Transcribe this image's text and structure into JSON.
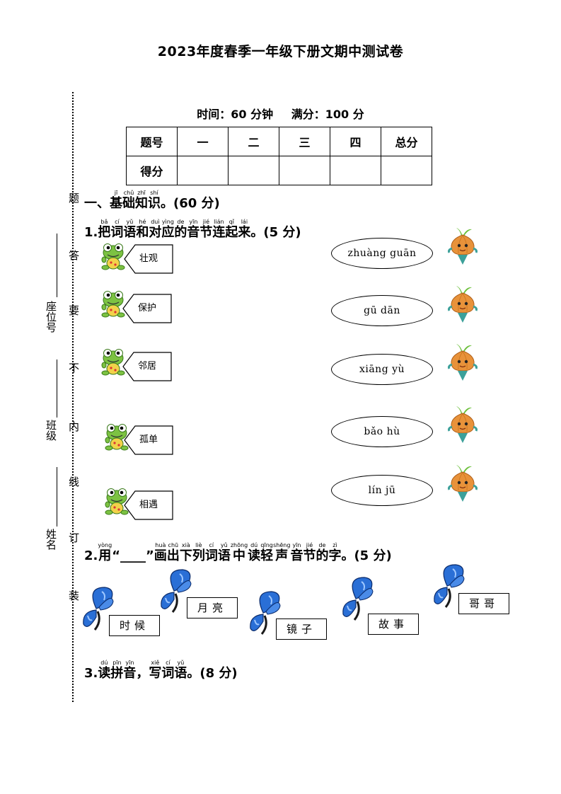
{
  "title": "2023年度春季一年级下册文期中测试卷",
  "time_label": "时间：60 分钟",
  "full_score_label": "满分：100 分",
  "score_table": {
    "header": [
      "题号",
      "一",
      "二",
      "三",
      "四",
      "总分"
    ],
    "row_label": "得分"
  },
  "binding_margin": {
    "seal_chars": [
      "题",
      "答",
      "要",
      "不",
      "内",
      "线",
      "订",
      "装"
    ],
    "fields": [
      "座位号",
      "班级",
      "姓名"
    ]
  },
  "section1": {
    "chars": [
      {
        "hz": "一、",
        "py": ""
      },
      {
        "hz": "基",
        "py": "jī"
      },
      {
        "hz": "础",
        "py": "chǔ"
      },
      {
        "hz": "知",
        "py": "zhī"
      },
      {
        "hz": "识",
        "py": "shí"
      }
    ],
    "suffix": "。(60 分)"
  },
  "q1": {
    "chars": [
      {
        "hz": "1.",
        "py": ""
      },
      {
        "hz": "把",
        "py": "bǎ"
      },
      {
        "hz": "词",
        "py": "cí"
      },
      {
        "hz": "语",
        "py": "yǔ"
      },
      {
        "hz": "和",
        "py": "hé"
      },
      {
        "hz": "对",
        "py": "duì"
      },
      {
        "hz": "应",
        "py": "yìng"
      },
      {
        "hz": "的",
        "py": "de"
      },
      {
        "hz": "音",
        "py": "yīn"
      },
      {
        "hz": "节",
        "py": "jié"
      },
      {
        "hz": "连",
        "py": "lián"
      },
      {
        "hz": "起",
        "py": "qǐ"
      },
      {
        "hz": "来",
        "py": "lái"
      }
    ],
    "suffix": "。(5 分)",
    "words": [
      "壮观",
      "保护",
      "邻居",
      "孤单",
      "相遇"
    ],
    "pinyin_options": [
      "zhuàng guān",
      "gū dān",
      "xiāng yù",
      "bǎo hù",
      "lín jū"
    ]
  },
  "q2": {
    "chars": [
      {
        "hz": "2.",
        "py": ""
      },
      {
        "hz": "用",
        "py": "yòng"
      },
      {
        "hz": "“____”",
        "py": ""
      },
      {
        "hz": "画",
        "py": "huà"
      },
      {
        "hz": "出",
        "py": "chū"
      },
      {
        "hz": "下",
        "py": "xià"
      },
      {
        "hz": "列",
        "py": "liè"
      },
      {
        "hz": "词",
        "py": "cí"
      },
      {
        "hz": "语",
        "py": "yǔ"
      },
      {
        "hz": "中",
        "py": "zhōng"
      },
      {
        "hz": "读",
        "py": "dú"
      },
      {
        "hz": "轻",
        "py": "qīng"
      },
      {
        "hz": "声",
        "py": "shēng"
      },
      {
        "hz": "音",
        "py": "yīn"
      },
      {
        "hz": "节",
        "py": "jié"
      },
      {
        "hz": "的",
        "py": "de"
      },
      {
        "hz": "字",
        "py": "zì"
      }
    ],
    "suffix": "。(5 分)",
    "words": [
      "时候",
      "月亮",
      "镜子",
      "故事",
      "哥哥"
    ]
  },
  "q3": {
    "chars": [
      {
        "hz": "3.",
        "py": ""
      },
      {
        "hz": "读",
        "py": "dú"
      },
      {
        "hz": "拼",
        "py": "pīn"
      },
      {
        "hz": "音",
        "py": "yīn"
      },
      {
        "hz": "，",
        "py": ""
      },
      {
        "hz": "写",
        "py": "xiě"
      },
      {
        "hz": "词",
        "py": "cí"
      },
      {
        "hz": "语",
        "py": "yǔ"
      }
    ],
    "suffix": "。(8 分)"
  },
  "colors": {
    "frog_green": "#7cc242",
    "onion_orange": "#e8923a",
    "butterfly_blue": "#2a6fd6"
  }
}
